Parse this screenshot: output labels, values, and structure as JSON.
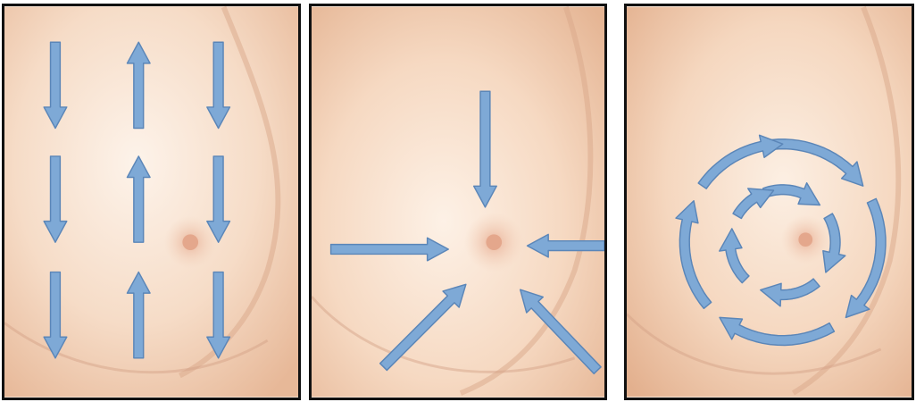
{
  "colors": {
    "arrow": "#7ea9d6",
    "arrow_edge": "#5b86b8",
    "skin_light": "#fbeee3",
    "skin_mid": "#f2cfb4",
    "skin_shadow": "#d8a888",
    "nipple": "#e6a98f",
    "border": "#111111"
  },
  "panels": [
    {
      "technique": "vertical-strip",
      "arrow_rows": 3,
      "arrow_columns": 3,
      "column_directions": [
        "down",
        "up",
        "down"
      ]
    },
    {
      "technique": "radial-wedge",
      "arrow_count": 5,
      "direction": "toward nipple"
    },
    {
      "technique": "concentric-circle",
      "rings": 2,
      "direction": "clockwise"
    }
  ]
}
